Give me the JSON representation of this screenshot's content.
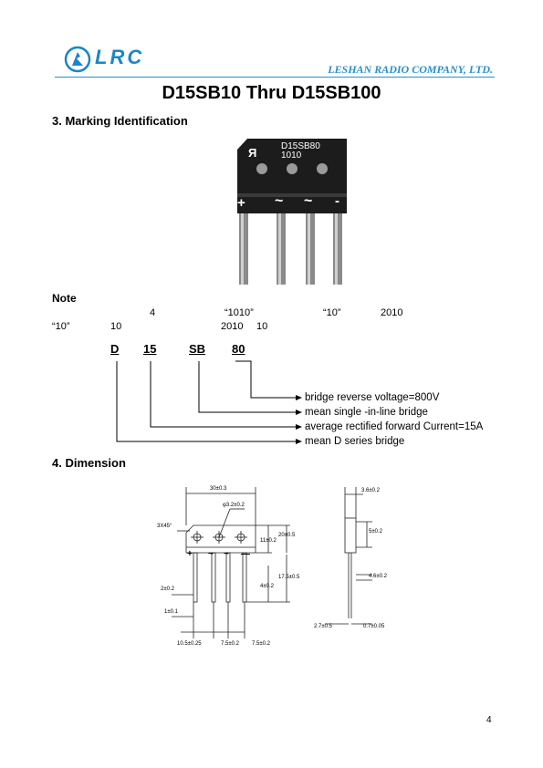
{
  "header": {
    "logo_text": "LRC",
    "company": "LESHAN RADIO COMPANY, LTD.",
    "brand_color": "#1a86c8"
  },
  "title": "D15SB10 Thru D15SB100",
  "section3": {
    "heading": "3.   Marking Identification",
    "package": {
      "marking_line1": "D15SB80",
      "marking_line2": "1010",
      "pins": [
        "+",
        "~",
        "~",
        "-"
      ]
    }
  },
  "note": {
    "label": "Note",
    "line1": [
      "4",
      "“1010”",
      "“10”",
      "2010"
    ],
    "line2": [
      "“10”",
      "10",
      "2010",
      "10"
    ]
  },
  "code": {
    "parts": [
      "D",
      "15",
      "SB",
      "80"
    ],
    "explanations": [
      "bridge reverse voltage=800V",
      "mean   single -in-line bridge",
      "average rectified forward Current=15A",
      "mean    D series bridge"
    ]
  },
  "section4": {
    "heading": "4.  Dimension",
    "front": {
      "width": "30±0.3",
      "hole": "φ3.2±0.2",
      "chamfer": "3X45°",
      "h1": "11±0.2",
      "h2": "20±0.5",
      "lead_len": "17.5±0.5",
      "lead_w": "4±0.2",
      "lead_t": "2±0.2",
      "lead_t2": "1±0.1",
      "pitch1": "10.5±0.25",
      "pitch2": "7.5±0.2",
      "pitch3": "7.5±0.2",
      "pins": [
        "+",
        "~",
        "~",
        "—"
      ]
    },
    "side": {
      "thickness": "3.6±0.2",
      "d1": "5±0.2",
      "d2": "4.6±0.2",
      "d3": "2.7±0.5",
      "d4": "0.7±0.05"
    }
  },
  "page_number": "4"
}
